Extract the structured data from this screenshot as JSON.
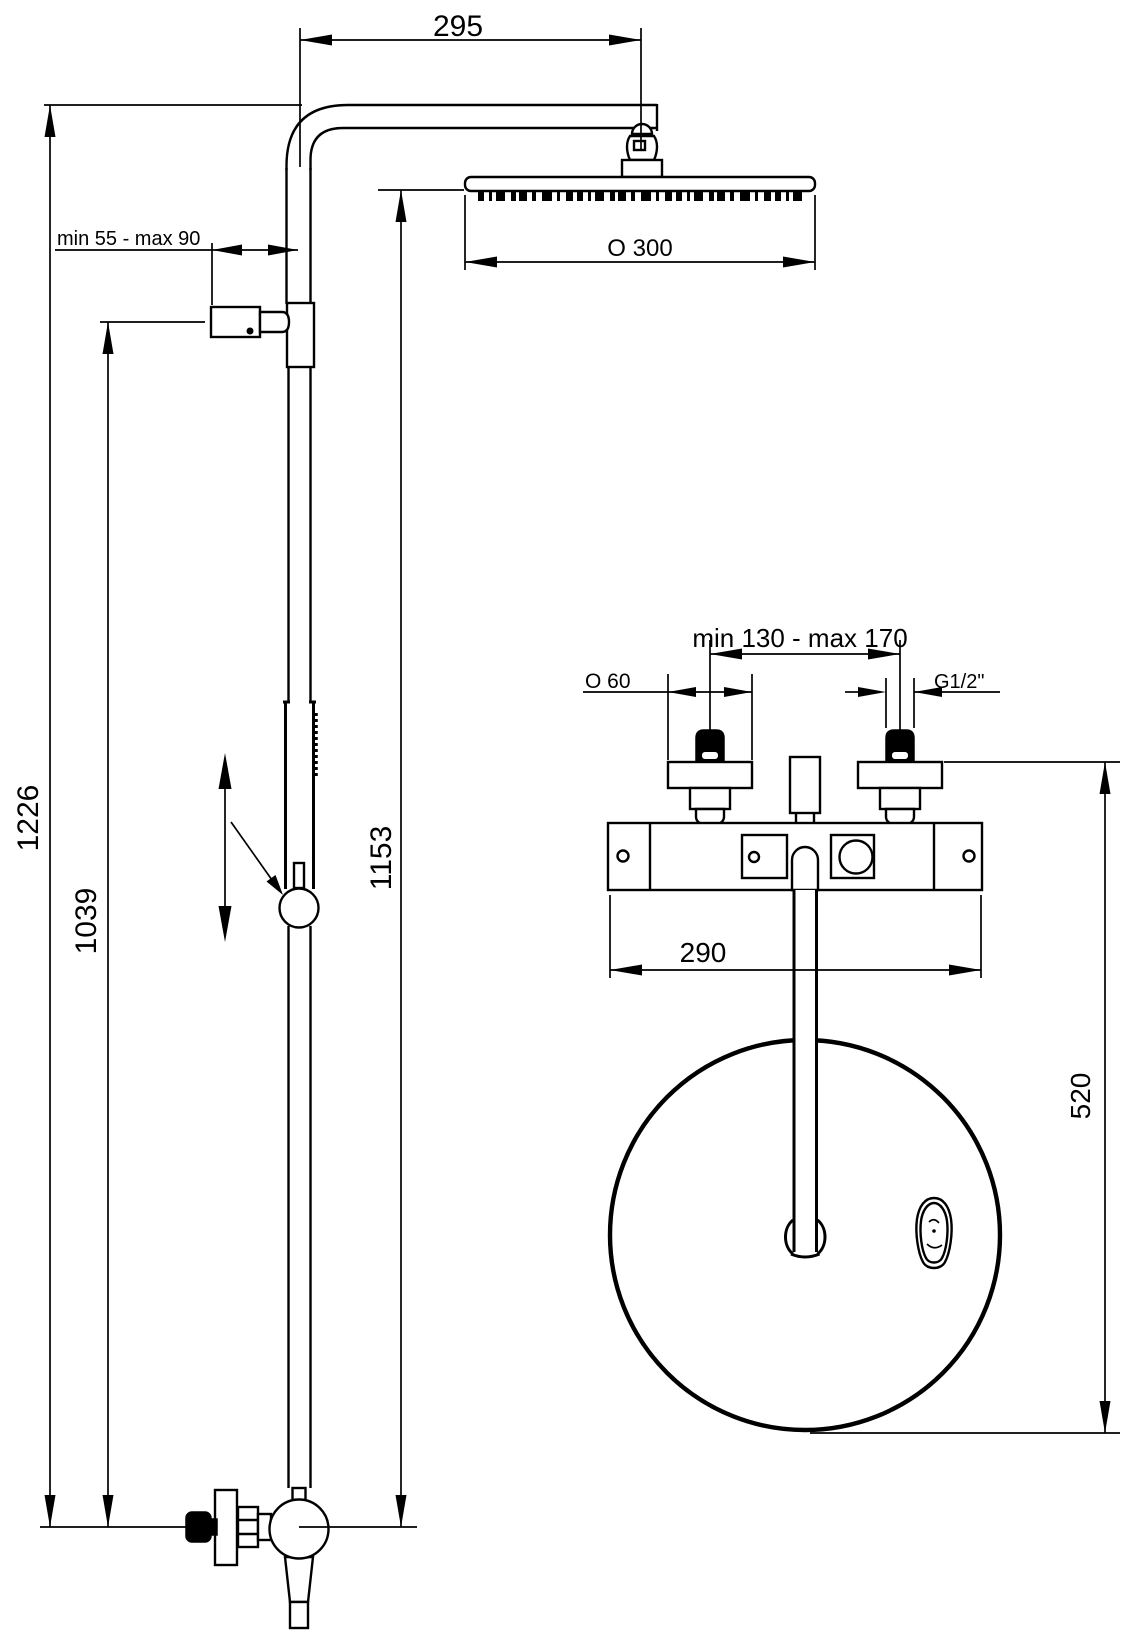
{
  "drawing": {
    "type": "technical-drawing",
    "subject": "shower-column-with-thermostatic-mixer",
    "line_color": "#000000",
    "background_color": "#ffffff",
    "side_view": {
      "dim_arm_length": "295",
      "dim_head_diameter": "O 300",
      "dim_bracket_offset": "min 55 - max 90",
      "dim_total_height": "1226",
      "dim_bracket_height": "1039",
      "dim_head_height": "1153"
    },
    "front_view": {
      "dim_inlet_spacing": "min 130 - max 170",
      "dim_escutcheon_diameter": "O 60",
      "dim_thread_size": "G1/2\"",
      "dim_mixer_width": "290",
      "dim_drop_height": "520"
    }
  }
}
